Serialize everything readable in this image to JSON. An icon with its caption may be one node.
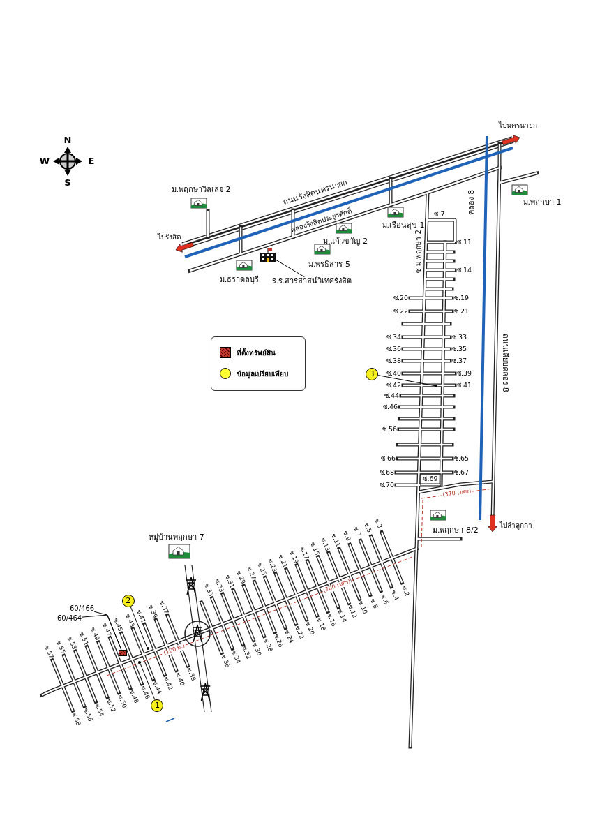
{
  "diagram": {
    "nodes": [
      {
        "text": [],
        "shape": "picture"
      },
      {
        "text": [
          "ร.ร.สารสาสน์วิเทศรังสิต"
        ]
      },
      {
        "text": [
          "3"
        ]
      },
      {
        "text": [
          "2"
        ]
      },
      {
        "text": [
          "60/466"
        ]
      },
      {
        "text": [
          "60/464"
        ]
      },
      {
        "text": [],
        "shape": "box"
      },
      {
        "text": [
          "1"
        ]
      },
      {
        "text": [],
        "shape": "circle"
      },
      {
        "text": [],
        "shape": "circle"
      },
      {
        "text": [],
        "shape": "circle"
      }
    ],
    "edges": [
      {
        "from": 1,
        "to": 0,
        "arrow": "none"
      },
      {
        "from": 2,
        "to": 8,
        "arrow": "none"
      },
      {
        "from": 3,
        "to": 9,
        "arrow": "none"
      },
      {
        "from": 4,
        "to": 6,
        "arrow": "none"
      },
      {
        "from": 5,
        "to": 6,
        "arrow": "none"
      },
      {
        "from": 7,
        "to": 10,
        "arrow": "none"
      }
    ],
    "labels": [
      "N",
      "W",
      "E",
      "S",
      "ไปนครนายก",
      "ถนนรังสิตนครนายก",
      "คลองรังสิตประยูรศักดิ์",
      "ม.พฤกษาวิลเลจ 2",
      "ไปรังสิต",
      "ม.พฤกษา 1",
      "ม.แก้วขวัญ 2",
      "ม.เรือนสุข 1",
      "คลอง 8",
      "ม.พรธิสาร 5",
      "ม.ธราดลบุรี",
      "ซ.ม.พฤกษา 2",
      "ถนนเลียบคลอง 8",
      "ไปลำลูกกา",
      "ม.พฤกษา 8/2",
      "หมู่บ้านพฤกษา 7",
      "(370 เมตร)",
      "(700 เมตร)",
      "(100 ม.)",
      "ซ.7",
      "ซ.11",
      "ซ.14",
      "ซ.20",
      "ซ.19",
      "ซ.22",
      "ซ.21",
      "ซ.34",
      "ซ.33",
      "ซ.36",
      "ซ.35",
      "ซ.38",
      "ซ.37",
      "ซ.40",
      "ซ.39",
      "ซ.42",
      "ซ.41",
      "ซ.44",
      "ซ.46",
      "ซ.56",
      "ซ.66",
      "ซ.65",
      "ซ.68",
      "ซ.67",
      "ซ.70",
      "ซ.69",
      "ซ.57",
      "ซ.58",
      "ซ.55",
      "ซ.56",
      "ซ.53",
      "ซ.54",
      "ซ.51",
      "ซ.52",
      "ซ.49",
      "ซ.50",
      "ซ.47",
      "ซ.48",
      "ซ.45",
      "ซ.46",
      "ซ.43",
      "ซ.44",
      "ซ.41",
      "ซ.42",
      "ซ.39",
      "ซ.40",
      "ซ.37",
      "ซ.38",
      "ซ.36",
      "ซ.35",
      "ซ.34",
      "ซ.33",
      "ซ.32",
      "ซ.31",
      "ซ.30",
      "ซ.29",
      "ซ.28",
      "ซ.27",
      "ซ.26",
      "ซ.25",
      "ซ.24",
      "ซ.23",
      "ซ.22",
      "ซ.21",
      "ซ.20",
      "ซ.19",
      "ซ.18",
      "ซ.17",
      "ซ.16",
      "ซ.15",
      "ซ.14",
      "ซ.13",
      "ซ.12",
      "ซ.11",
      "ซ.10",
      "ซ.9",
      "ซ.8",
      "ซ.7",
      "ซ.6",
      "ซ.5",
      "ซ.4",
      "ซ.3",
      "ซ.2"
    ],
    "legend": [
      {
        "text": "ที่ตั้งทรัพย์สิน"
      },
      {
        "text": "ข้อมูลเปรียบเทียบ",
        "color": "#ffff33"
      }
    ]
  }
}
